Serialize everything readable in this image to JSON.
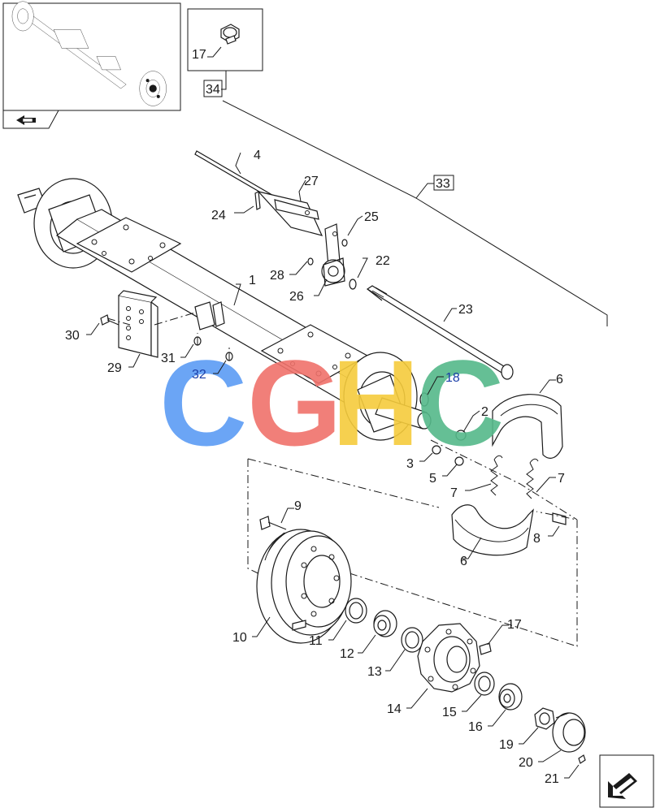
{
  "callouts": {
    "p1": "1",
    "p2": "2",
    "p3": "3",
    "p4": "4",
    "p5": "5",
    "p6a": "6",
    "p6b": "6",
    "p7a": "7",
    "p7b": "7",
    "p8": "8",
    "p9": "9",
    "p10": "10",
    "p11": "11",
    "p12": "12",
    "p13": "13",
    "p14": "14",
    "p15": "15",
    "p16": "16",
    "p17a": "17",
    "p17b": "17",
    "p18": "18",
    "p19": "19",
    "p20": "20",
    "p21": "21",
    "p22": "22",
    "p23": "23",
    "p24": "24",
    "p25": "25",
    "p26": "26",
    "p27": "27",
    "p28": "28",
    "p29": "29",
    "p30": "30",
    "p31": "31",
    "p32": "32"
  },
  "boxed_refs": {
    "ref33": "33",
    "ref34": "34"
  },
  "watermark": {
    "letters": [
      "C",
      "G",
      "H",
      "C"
    ],
    "colors": [
      "#5b9cf5",
      "#f0726b",
      "#f6cc3c",
      "#55b98a"
    ]
  },
  "colors": {
    "ink": "#1a1a1a",
    "blue_label": "#1a3ea8"
  },
  "icons": {
    "nav_arrow": "navigation-arrow-icon",
    "next_page": "next-page-arrow-icon"
  }
}
